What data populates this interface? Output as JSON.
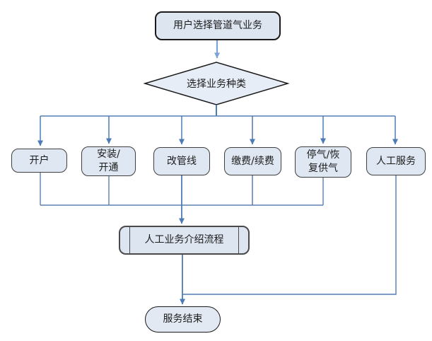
{
  "diagram": {
    "type": "flowchart",
    "background": "#ffffff",
    "nodes": {
      "start": {
        "shape": "rounded-rectangle",
        "label": "用户选择管道气业务"
      },
      "decision": {
        "shape": "diamond",
        "label": "选择业务种类"
      },
      "branches": [
        {
          "shape": "rounded-rectangle",
          "label": "开户"
        },
        {
          "shape": "rounded-rectangle",
          "label": "安装/\n开通"
        },
        {
          "shape": "rounded-rectangle",
          "label": "改管线"
        },
        {
          "shape": "rounded-rectangle",
          "label": "缴费/续费"
        },
        {
          "shape": "rounded-rectangle",
          "label": "停气/恢\n复供气"
        },
        {
          "shape": "rounded-rectangle",
          "label": "人工服务"
        }
      ],
      "process": {
        "shape": "predefined-process",
        "label": "人工业务介绍流程"
      },
      "end": {
        "shape": "terminator",
        "label": "服务结束"
      }
    },
    "edges": [
      {
        "from": "start",
        "to": "decision",
        "arrow": true
      },
      {
        "from": "decision",
        "to": "开户",
        "arrow": true
      },
      {
        "from": "decision",
        "to": "安装/开通",
        "arrow": true
      },
      {
        "from": "decision",
        "to": "改管线",
        "arrow": true
      },
      {
        "from": "decision",
        "to": "缴费/续费",
        "arrow": true
      },
      {
        "from": "decision",
        "to": "停气/恢复供气",
        "arrow": true
      },
      {
        "from": "decision",
        "to": "人工服务",
        "arrow": true
      },
      {
        "from": "开户",
        "to": "人工业务介绍流程",
        "arrow": true
      },
      {
        "from": "安装/开通",
        "to": "人工业务介绍流程",
        "arrow": true
      },
      {
        "from": "改管线",
        "to": "人工业务介绍流程",
        "arrow": true
      },
      {
        "from": "缴费/续费",
        "to": "人工业务介绍流程",
        "arrow": true
      },
      {
        "from": "停气/恢复供气",
        "to": "人工业务介绍流程",
        "arrow": true
      },
      {
        "from": "人工业务介绍流程",
        "to": "服务结束",
        "arrow": true
      },
      {
        "from": "人工服务",
        "to": "服务结束",
        "arrow": true
      }
    ],
    "colors": {
      "node_fill": "#dfe7f2",
      "node_border_dark": "#1a1a1a",
      "node_border_gray": "#3f3f3f",
      "connector_blue": "#4d7bb5",
      "connector_light": "#7ca3d6",
      "text": "#1c1c1c"
    }
  }
}
